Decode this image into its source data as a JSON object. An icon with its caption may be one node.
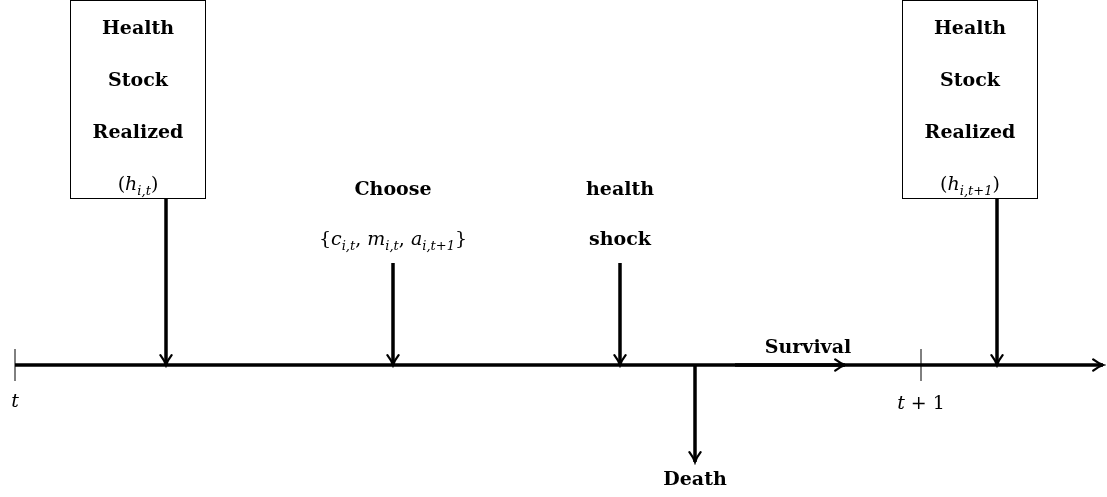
{
  "diagram": {
    "nodes": [
      {
        "text": [
          "Health Stock Realized",
          "(*h*$_{i,t}$)"
        ]
      },
      {
        "text": [
          "Choose",
          "{*c*$_{i,t}$, *m*$_{i,t}$, *a*$_{i,t+1}$}"
        ]
      },
      {
        "text": [
          "health shock"
        ]
      },
      {
        "text": [
          "Health Stock Realized",
          "(*h*$_{i,t+1}$)"
        ]
      },
      {
        "text": [
          "Death"
        ]
      }
    ],
    "edges": [
      {
        "from": 0,
        "to": null,
        "arrow": "to"
      },
      {
        "from": 1,
        "to": null,
        "arrow": "to"
      },
      {
        "from": 2,
        "to": null,
        "arrow": "to"
      },
      {
        "from": 3,
        "to": null,
        "arrow": "to"
      },
      {
        "from": null,
        "to": 4,
        "arrow": "to"
      }
    ],
    "labels": [
      "Survival",
      "t",
      "*t* + 1"
    ]
  }
}
